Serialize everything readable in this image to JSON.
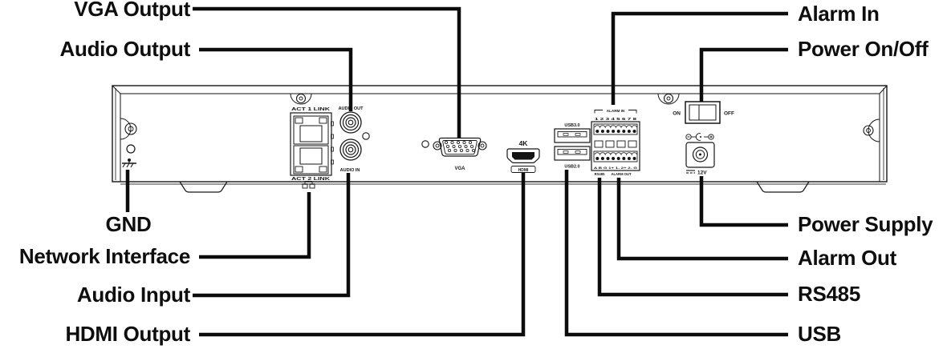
{
  "callouts": {
    "vga_output": "VGA Output",
    "audio_output": "Audio Output",
    "alarm_in": "Alarm In",
    "power_on_off": "Power On/Off",
    "gnd": "GND",
    "network_interface": "Network Interface",
    "audio_input": "Audio Input",
    "hdmi_output": "HDMI Output",
    "power_supply": "Power Supply",
    "alarm_out": "Alarm Out",
    "rs485": "RS485",
    "usb": "USB"
  },
  "panel": {
    "ethernet": {
      "top_label": "ACT 1 LINK",
      "bottom_label": "ACT 2 LINK"
    },
    "audio": {
      "out_label": "AUDIO OUT",
      "in_label": "AUDIO IN"
    },
    "vga_label": "VGA",
    "hdmi": {
      "badge": "4K",
      "label": "HDMI"
    },
    "usb": {
      "top_label": "USB3.0",
      "bottom_label": "USB2.0"
    },
    "alarm_block": {
      "header": "ALARM IN",
      "numbers": "1 2 3 4 5 6 7 8",
      "terminals": "A B G 1+ 1- 2+ 2- G",
      "rs485_label": "RS485",
      "alarm_out_label": "ALARM OUT"
    },
    "power": {
      "on": "ON",
      "off": "OFF",
      "dc_label": "12V"
    }
  },
  "colors": {
    "line_black": "#0c0c0c",
    "panel_outline": "#161616",
    "bottom_shadow_gray": "#9b9b9b",
    "background": "#ffffff"
  }
}
